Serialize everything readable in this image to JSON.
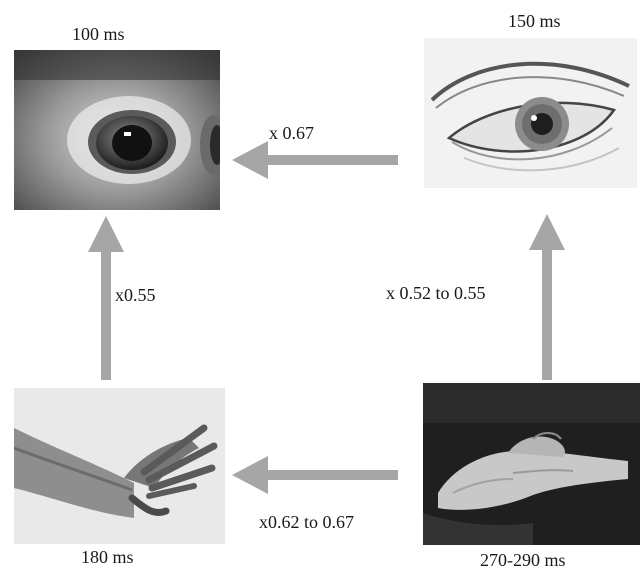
{
  "panels": {
    "monkey_eye": {
      "time_label": "100 ms"
    },
    "human_eye": {
      "time_label": "150 ms"
    },
    "monkey_hand": {
      "time_label": "180 ms"
    },
    "human_hand": {
      "time_label": "270-290 ms"
    }
  },
  "arrows": {
    "human_eye_to_monkey_eye": {
      "label": "x 0.67"
    },
    "monkey_hand_to_monkey_eye": {
      "label": "x0.55"
    },
    "human_hand_to_human_eye": {
      "label": "x 0.52 to 0.55"
    },
    "human_hand_to_monkey_hand": {
      "label": "x0.62 to 0.67"
    }
  },
  "colors": {
    "arrow": "#a6a6a6",
    "text": "#1a1a1a"
  }
}
